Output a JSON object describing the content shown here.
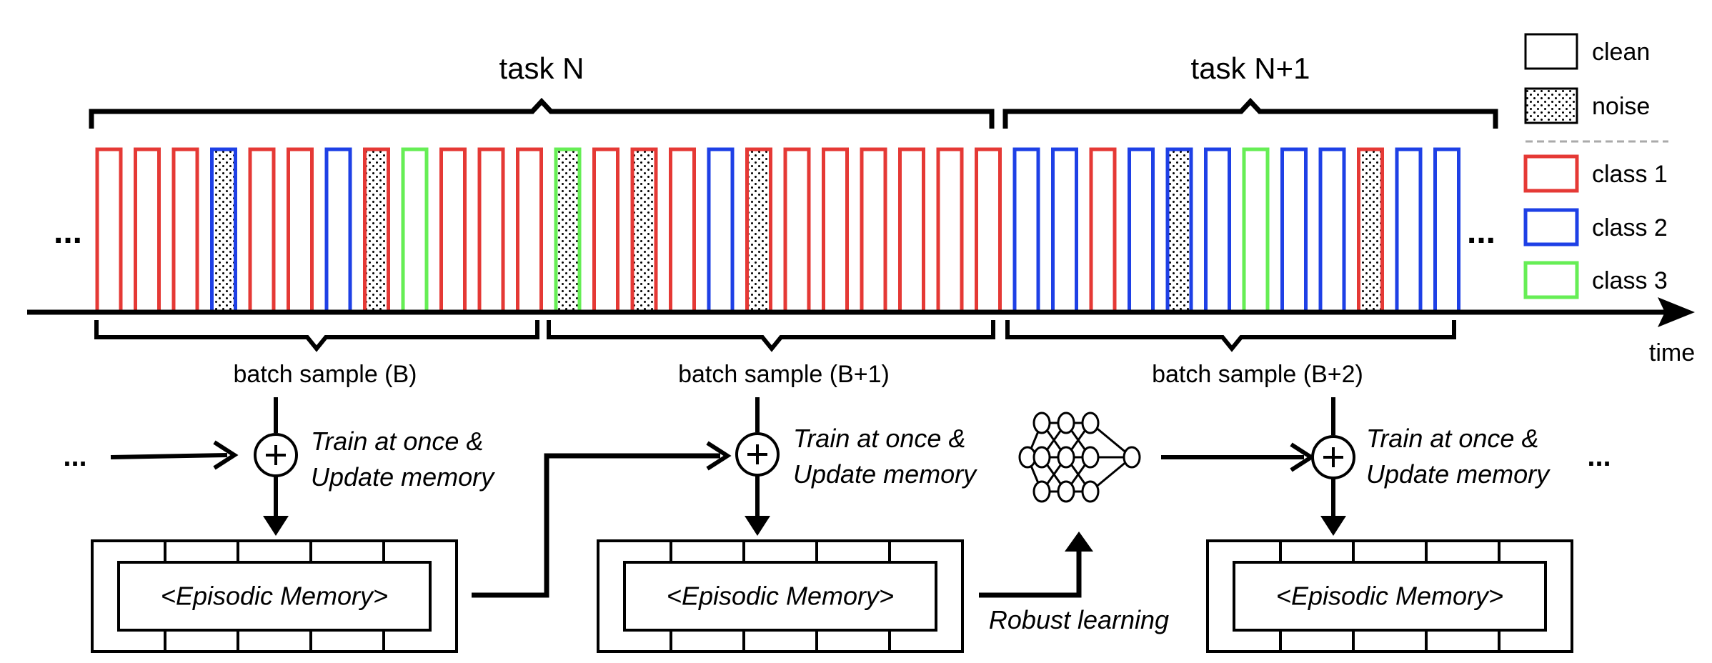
{
  "tasks": [
    {
      "label": "task N"
    },
    {
      "label": "task N+1"
    }
  ],
  "ellipsis": "...",
  "time_label": "time",
  "legend": {
    "items": [
      {
        "label": "clean",
        "kind": "clean",
        "color": "#000000"
      },
      {
        "label": "noise",
        "kind": "noise",
        "color": "#000000"
      },
      {
        "label": "class 1",
        "kind": "class",
        "color": "#E53935"
      },
      {
        "label": "class 2",
        "kind": "class",
        "color": "#1E40E6"
      },
      {
        "label": "class 3",
        "kind": "class",
        "color": "#66EE55"
      }
    ]
  },
  "stream": [
    {
      "c": 1,
      "noise": false
    },
    {
      "c": 1,
      "noise": false
    },
    {
      "c": 1,
      "noise": false
    },
    {
      "c": 2,
      "noise": true
    },
    {
      "c": 1,
      "noise": false
    },
    {
      "c": 1,
      "noise": false
    },
    {
      "c": 2,
      "noise": false
    },
    {
      "c": 1,
      "noise": true
    },
    {
      "c": 3,
      "noise": false
    },
    {
      "c": 1,
      "noise": false
    },
    {
      "c": 1,
      "noise": false
    },
    {
      "c": 1,
      "noise": false
    },
    {
      "c": 3,
      "noise": true
    },
    {
      "c": 1,
      "noise": false
    },
    {
      "c": 1,
      "noise": true
    },
    {
      "c": 1,
      "noise": false
    },
    {
      "c": 2,
      "noise": false
    },
    {
      "c": 1,
      "noise": true
    },
    {
      "c": 1,
      "noise": false
    },
    {
      "c": 1,
      "noise": false
    },
    {
      "c": 1,
      "noise": false
    },
    {
      "c": 1,
      "noise": false
    },
    {
      "c": 1,
      "noise": false
    },
    {
      "c": 1,
      "noise": false
    },
    {
      "c": 2,
      "noise": false
    },
    {
      "c": 2,
      "noise": false
    },
    {
      "c": 1,
      "noise": false
    },
    {
      "c": 2,
      "noise": false
    },
    {
      "c": 2,
      "noise": true
    },
    {
      "c": 2,
      "noise": false
    },
    {
      "c": 3,
      "noise": false
    },
    {
      "c": 2,
      "noise": false
    },
    {
      "c": 2,
      "noise": false
    },
    {
      "c": 1,
      "noise": true
    },
    {
      "c": 2,
      "noise": false
    },
    {
      "c": 2,
      "noise": false
    }
  ],
  "batches": [
    {
      "label": "batch sample (B)"
    },
    {
      "label": "batch sample (B+1)"
    },
    {
      "label": "batch sample (B+2)"
    }
  ],
  "train_text": [
    "Train at once &",
    "Update memory"
  ],
  "memory_label": "<Episodic Memory>",
  "robust_label": "Robust learning",
  "plus_symbol": "+"
}
